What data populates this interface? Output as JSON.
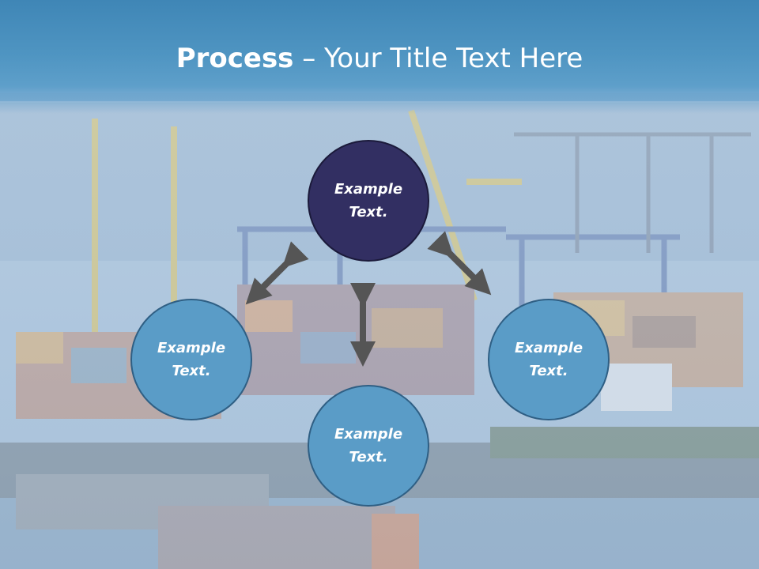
{
  "slide": {
    "title_bold": "Process",
    "title_rest": " – Your Title Text Here"
  },
  "diagram": {
    "nodes": [
      {
        "label": "Example Text."
      },
      {
        "label": "Example Text."
      },
      {
        "label": "Example Text."
      },
      {
        "label": "Example Text."
      }
    ]
  },
  "colors": {
    "header": "#4a8fbe",
    "center_node": "#322f62",
    "outer_node": "#5a9cc7",
    "arrow": "#555555"
  }
}
